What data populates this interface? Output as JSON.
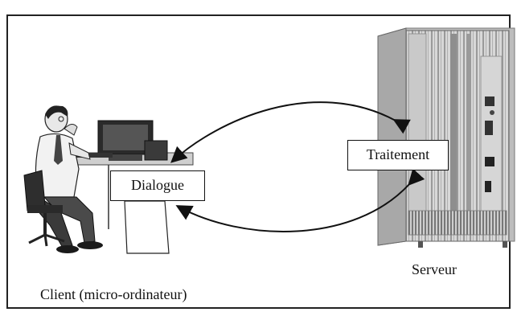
{
  "labels": {
    "dialogue": "Dialogue",
    "traitement": "Traitement",
    "serveur": "Serveur",
    "client": "Client (micro-ordinateur)"
  },
  "icons": {
    "client": "person-at-computer-icon",
    "server": "server-rack-icon"
  }
}
